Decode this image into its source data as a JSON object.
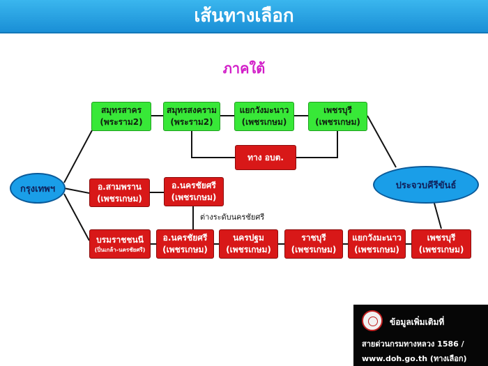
{
  "title": "เส้นทางเลือก",
  "region": "ภาคใต้",
  "start": "กรุงเทพฯ",
  "end": "ประจวบคีรีขันธ์",
  "upper_route": [
    {
      "name": "สมุทรสาคร",
      "road": "(พระราม2)"
    },
    {
      "name": "สมุทรสงคราม",
      "road": "(พระราม2)"
    },
    {
      "name": "แยกวังมะนาว",
      "road": "(เพชรเกษม)"
    },
    {
      "name": "เพชรบุรี",
      "road": "(เพชรเกษม)"
    }
  ],
  "bypass": "ทาง อบต.",
  "middle_route": [
    {
      "name": "อ.สามพราน",
      "road": "(เพชรเกษม)"
    },
    {
      "name": "อ.นครชัยศรี",
      "road": "(เพชรเกษม)"
    }
  ],
  "interchange_note": "ต่างระดับนครชัยศรี",
  "lower_route": [
    {
      "name": "บรมราชชนนี",
      "road": "(ปิ่นเกล้า-นครชัยศรี)"
    },
    {
      "name": "อ.นครชัยศรี",
      "road": "(เพชรเกษม)"
    },
    {
      "name": "นครปฐม",
      "road": "(เพชรเกษม)"
    },
    {
      "name": "ราชบุรี",
      "road": "(เพชรเกษม)"
    },
    {
      "name": "แยกวังมะนาว",
      "road": "(เพชรเกษม)"
    },
    {
      "name": "เพชรบุรี",
      "road": "(เพชรเกษม)"
    }
  ],
  "info": {
    "heading": "ข้อมูลเพิ่มเติมที่",
    "line1": "สายด่วนกรมทางหลวง 1586 /",
    "line2": "www.doh.go.th (ทางเลือก)"
  },
  "colors": {
    "upper_nodes": "#38e838",
    "lower_nodes": "#d81818",
    "ellipse": "#1a9ee8",
    "title_bar": "#1a8fd6",
    "region_text": "#d21ec8"
  }
}
